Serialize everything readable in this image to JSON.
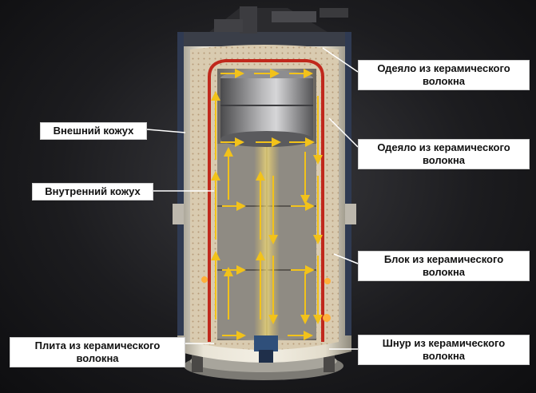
{
  "labels": {
    "blanket_top": [
      "Одеяло из керамического",
      "волокна"
    ],
    "outer_casing": "Внешний кожух",
    "blanket_middle": [
      "Одеяло из керамического",
      "волокна"
    ],
    "inner_casing": "Внутренний кожух",
    "block": [
      "Блок из керамического",
      "волокна"
    ],
    "plate": [
      "Плита из керамического",
      "волокна"
    ],
    "cord": [
      "Шнур из керамического",
      "волокна"
    ]
  },
  "colors": {
    "background": "#1c1c1f",
    "outer_shell": "#e8e2d2",
    "liner": "#d8cbb3",
    "heating_element": "#c0281c",
    "flow_arrows": "#f2c21a",
    "label_bg": "#ffffff",
    "leader_line": "#ffffff"
  }
}
